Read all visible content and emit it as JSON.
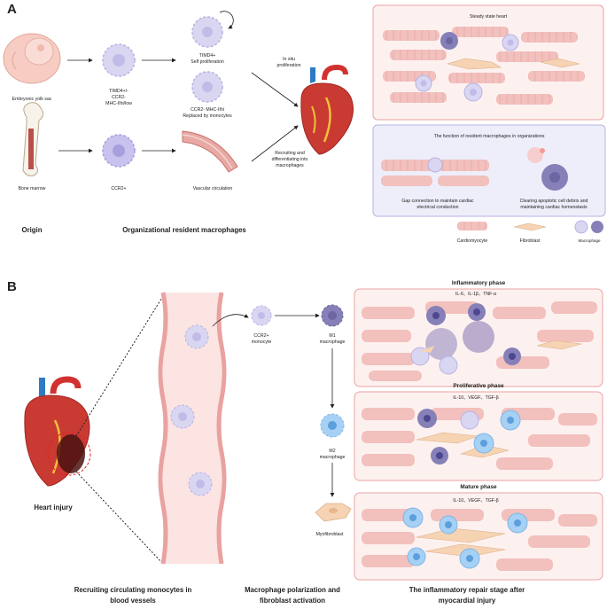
{
  "panels": {
    "a": {
      "letter": "A"
    },
    "b": {
      "letter": "B"
    }
  },
  "panel_a": {
    "sources": {
      "yolk_sac": "Embryonic yolk sac",
      "bone_marrow": "Bone marrow"
    },
    "cells": {
      "timd4_mhc": [
        "TIMD4+/-",
        "CCR2-",
        "MHC-IIhi/low"
      ],
      "ccr2pos": "CCR2+",
      "timd4_self": [
        "TIMD4+",
        "Self proliferation"
      ],
      "ccr2neg_replaced": [
        "CCR2- MHC-IIhi",
        "Replaced by monocytes"
      ],
      "vascular": "Vascular circulation"
    },
    "arrows": {
      "in_situ": [
        "In situ",
        "proliferation"
      ],
      "recruiting": [
        "Recruiting and",
        "differentiating into",
        "macrophages"
      ]
    },
    "bottom_labels": {
      "origin": "Origin",
      "resident": "Organizational resident macrophages"
    },
    "box1_title": "Steady state heart",
    "box2_title": "The function of resident macrophages in organizations",
    "box2_captions": {
      "gap": [
        "Gap connection to maintain cardiac",
        "electrical conduction"
      ],
      "clearing": [
        "Clearing apoptotic cell debris and",
        "maintaining cardiac homeostasis"
      ]
    },
    "legend": {
      "cardiomyocyte": "Cardiomyocyte",
      "fibroblast": "Fibroblast",
      "macrophage": "Macrophage"
    }
  },
  "panel_b": {
    "heart_injury": "Heart injury",
    "ccr2_monocyte": [
      "CCR2+",
      "monocyte"
    ],
    "m1": [
      "M1",
      "macrophage"
    ],
    "m2": [
      "M2",
      "macrophage"
    ],
    "myofibroblast": "Myofibroblast",
    "phases": [
      {
        "title": "Inflammatory phase",
        "cytokines": "IL-6、IL-1β、TNF-α"
      },
      {
        "title": "Proliferative phase",
        "cytokines": "IL-10、VEGF、TGF-β"
      },
      {
        "title": "Mature phase",
        "cytokines": "IL-10、VEGF、TGF-β"
      }
    ],
    "bottom_labels": {
      "recruiting": [
        "Recruiting circulating monocytes in",
        "blood vessels"
      ],
      "polarization": [
        "Macrophage polarization and",
        "fibroblast activation"
      ],
      "repair": [
        "The inflammatory repair stage after",
        "myocardial injury"
      ]
    }
  },
  "colors": {
    "cardiomyocyte": "#f2c0bd",
    "panel_border": "#e9a2a0",
    "panel_bg": "#fdf1f0",
    "lavender_bg": "#eeeefb",
    "monocyte": "#d9d6f2",
    "m1": "#8680b8",
    "m2": "#a6d1f4",
    "fibroblast": "#f5d3b3"
  }
}
